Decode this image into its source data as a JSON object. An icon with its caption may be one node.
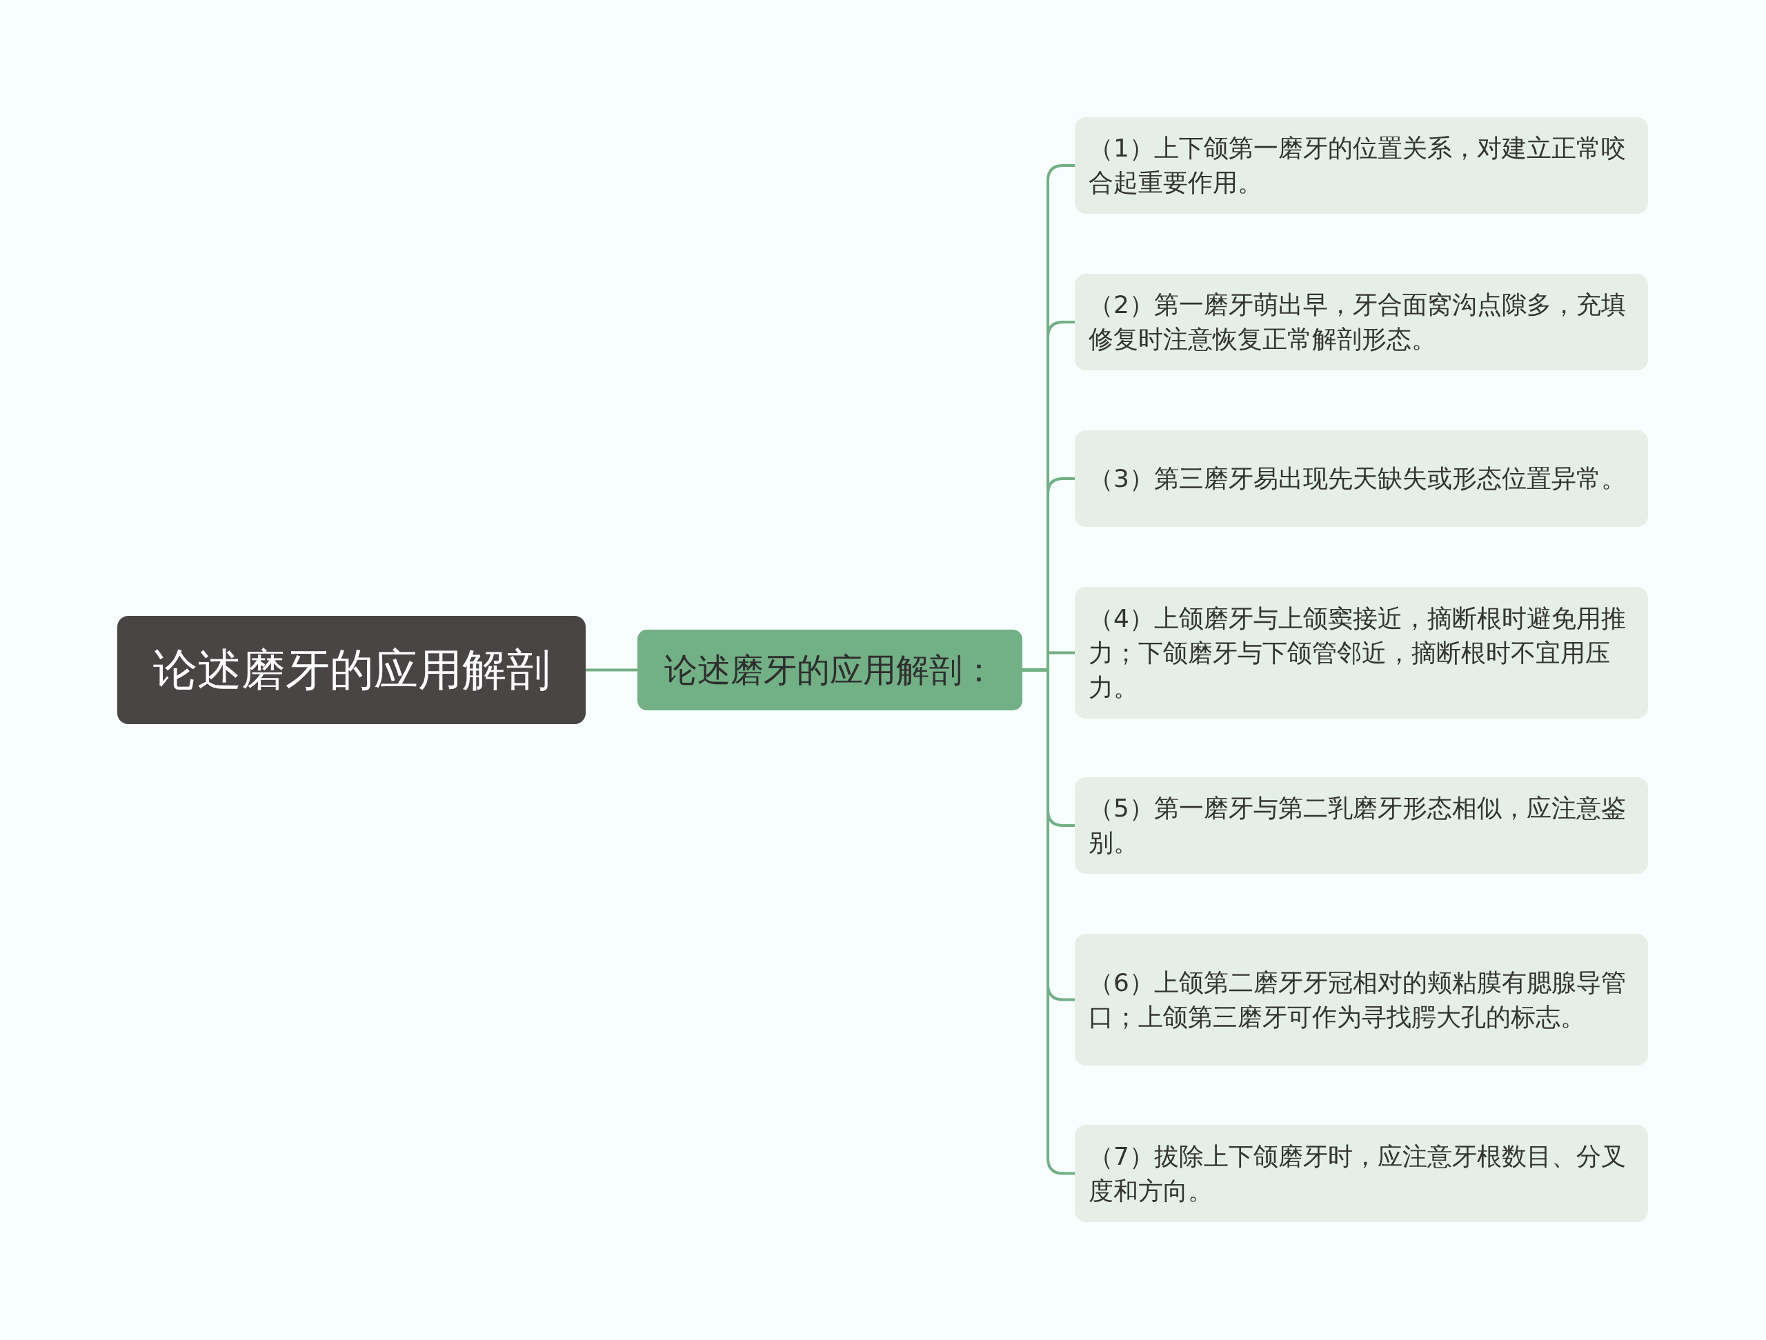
{
  "diagram": {
    "nodes": [
      {
        "text": [
          "论述磨牙的应用解剖"
        ]
      },
      {
        "text": [
          "论述磨牙的应用解剖："
        ]
      },
      {
        "text": [
          "（1）上下颌第一磨牙的位置关系，对建立正常咬合起重要作用。"
        ]
      },
      {
        "text": [
          "（2）第一磨牙萌出早，牙合面窝沟点隙多，充填修复时注意恢复正常解剖形态。"
        ]
      },
      {
        "text": [
          "（3）第三磨牙易出现先天缺失或形态位置异常。"
        ]
      },
      {
        "text": [
          "（4）上颌磨牙与上颌窦接近，摘断根时避免用推力；下颌磨牙与下颌管邻近，摘断根时不宜用压力。"
        ]
      },
      {
        "text": [
          "（5）第一磨牙与第二乳磨牙形态相似，应注意鉴别。"
        ]
      },
      {
        "text": [
          "（6）上颌第二磨牙牙冠相对的颊粘膜有腮腺导管口；上颌第三磨牙可作为寻找腭大孔的标志。"
        ]
      },
      {
        "text": [
          "（7）拔除上下颌磨牙时，应注意牙根数目、分叉度和方向。"
        ]
      }
    ],
    "edges": [
      {
        "from": 0,
        "to": 1,
        "arrow": "none"
      },
      {
        "from": 1,
        "to": 2,
        "arrow": "none"
      },
      {
        "from": 1,
        "to": 3,
        "arrow": "none"
      },
      {
        "from": 1,
        "to": 4,
        "arrow": "none"
      },
      {
        "from": 1,
        "to": 5,
        "arrow": "none"
      },
      {
        "from": 1,
        "to": 6,
        "arrow": "none"
      },
      {
        "from": 1,
        "to": 7,
        "arrow": "none"
      },
      {
        "from": 1,
        "to": 8,
        "arrow": "none"
      }
    ]
  }
}
